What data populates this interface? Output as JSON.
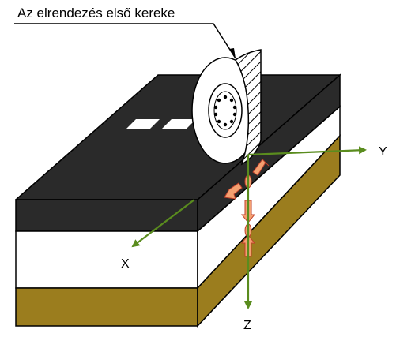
{
  "diagram": {
    "callout_label": "Az elrendezés első kereke",
    "axes": {
      "x_label": "X",
      "y_label": "Y",
      "z_label": "Z"
    }
  },
  "colors": {
    "asphalt": "#2a2a2a",
    "asphalt_top": "#3a3a3a",
    "base_layer": "#ffffff",
    "subgrade": "#9b7d1e",
    "axis": "#5a8c1e",
    "stress_arrow": "#f4a070",
    "wheel_rim": "#ffffff",
    "outline": "#000000"
  }
}
